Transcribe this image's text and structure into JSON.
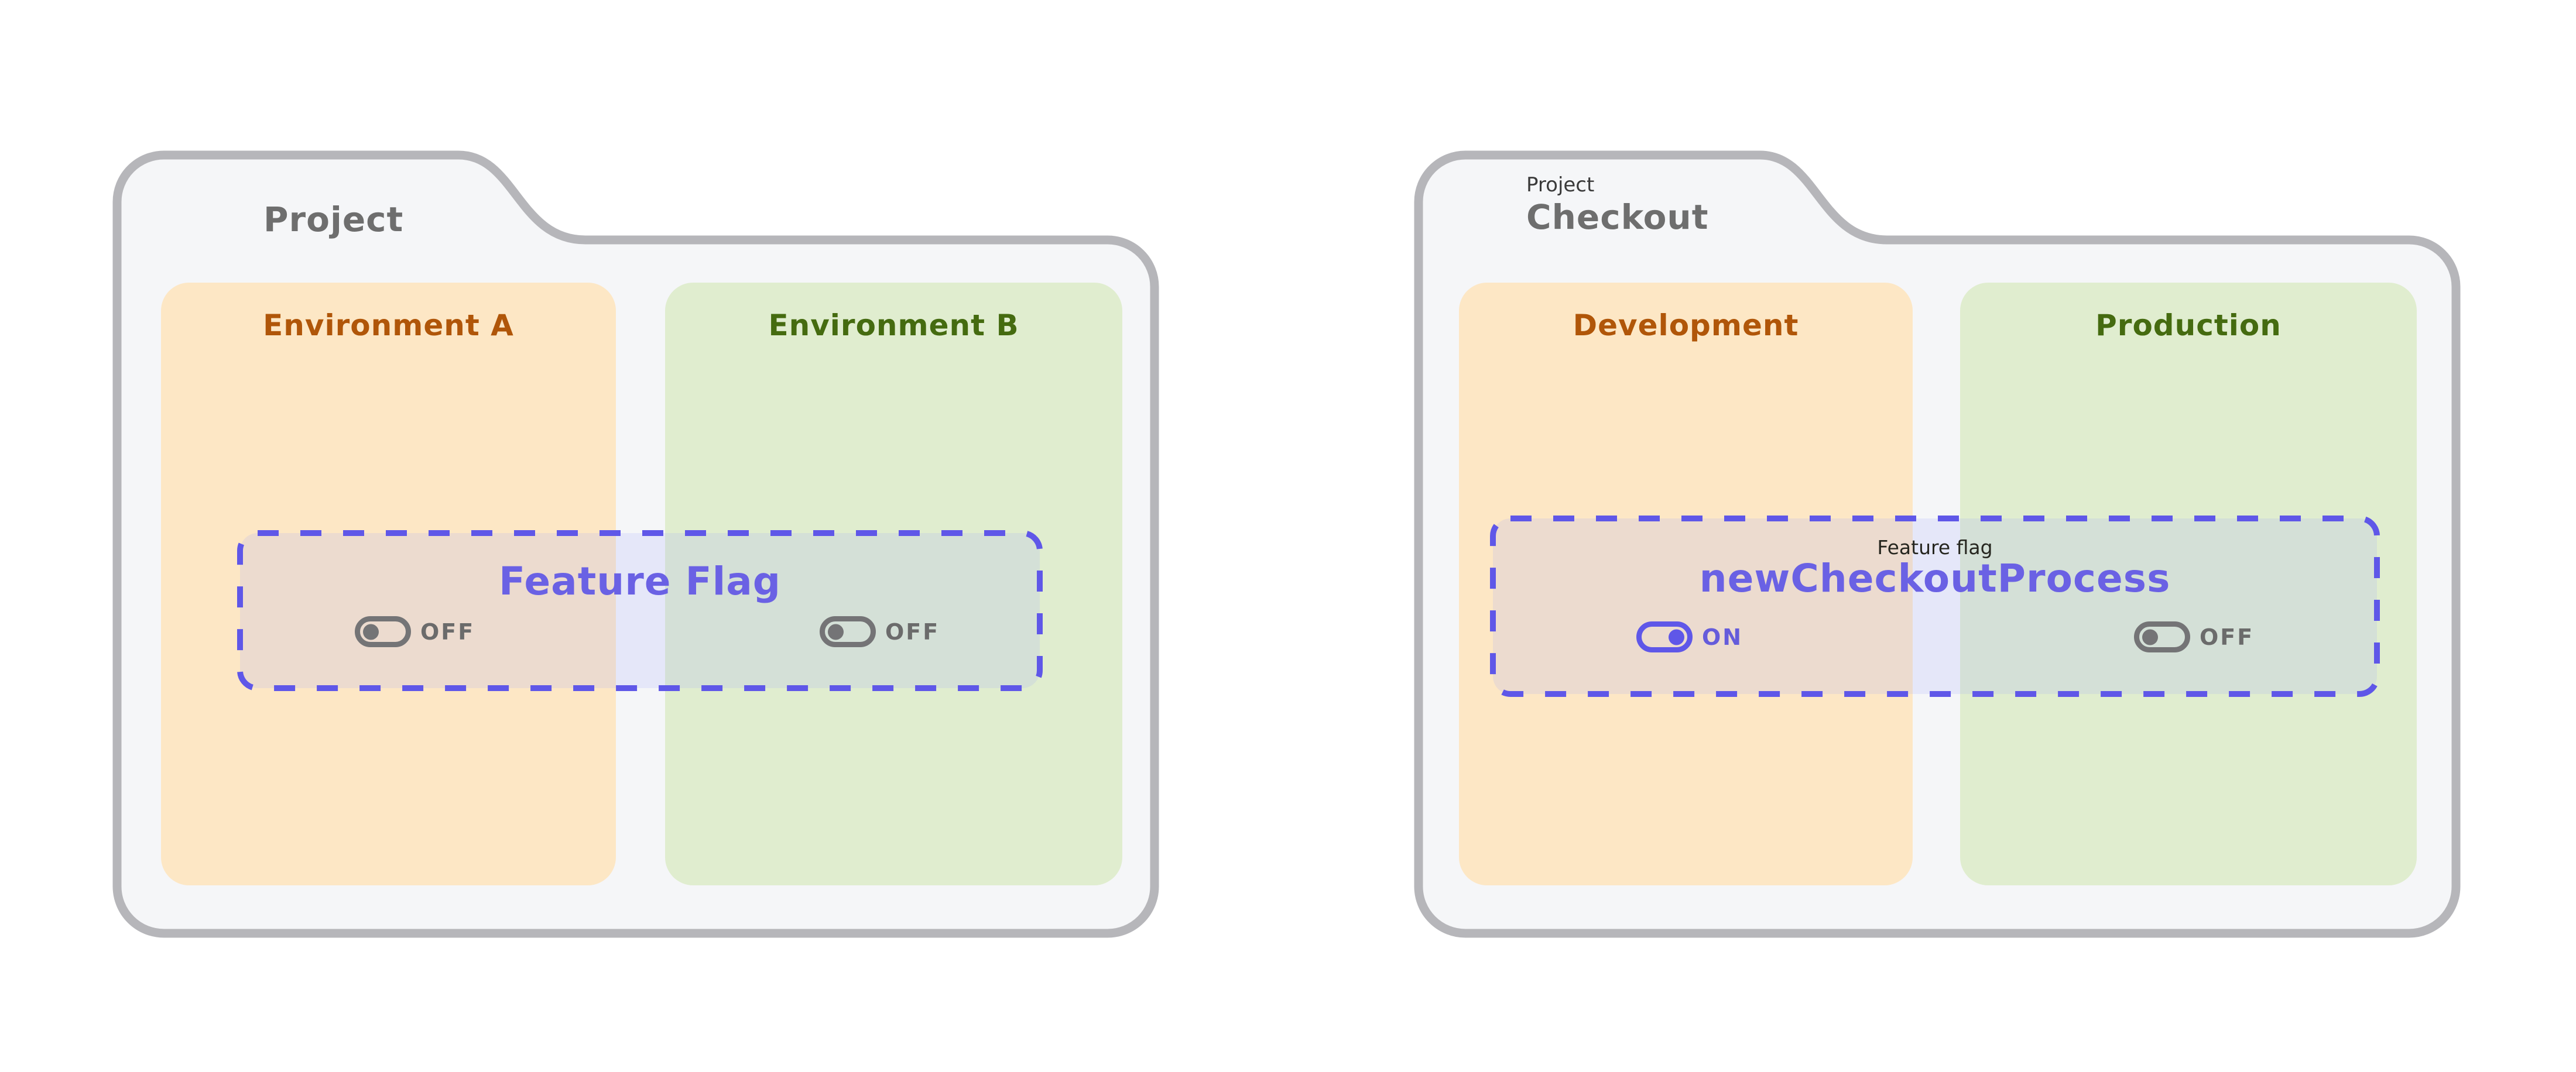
{
  "diagram": {
    "title_meaning": "Feature flag across environments",
    "colors": {
      "background": "#ffffff",
      "folder_fill": "#f5f6f8",
      "folder_border": "#b6b6ba",
      "folder_title_text": "#6e6e6e",
      "tab_kicker_text": "#3a3a3a",
      "env_orange_bg": "#fde7c5",
      "env_orange_text": "#b05609",
      "env_green_bg": "#e0edcf",
      "env_green_text": "#456b10",
      "flag_accent": "#5f57e8",
      "flag_title_text": "#6a61e4",
      "flag_fill": "rgba(163,169,253,0.18)",
      "flag_kicker_text": "#26261f",
      "toggle_off": "#747476",
      "toggle_off_label": "#6b6b6b",
      "toggle_on_label": "#655cdb"
    }
  },
  "folders": [
    {
      "title": "Project",
      "flag": {
        "name": "Feature Flag"
      },
      "environments": [
        {
          "name": "Environment A",
          "theme": "orange",
          "toggle": {
            "state": "off",
            "label": "OFF"
          }
        },
        {
          "name": "Environment B",
          "theme": "green",
          "toggle": {
            "state": "off",
            "label": "OFF"
          }
        }
      ]
    },
    {
      "tab_kicker": "Project",
      "title": "Checkout",
      "flag": {
        "kicker": "Feature flag",
        "name": "newCheckoutProcess"
      },
      "environments": [
        {
          "name": "Development",
          "theme": "orange",
          "toggle": {
            "state": "on",
            "label": "ON"
          }
        },
        {
          "name": "Production",
          "theme": "green",
          "toggle": {
            "state": "off",
            "label": "OFF"
          }
        }
      ]
    }
  ]
}
